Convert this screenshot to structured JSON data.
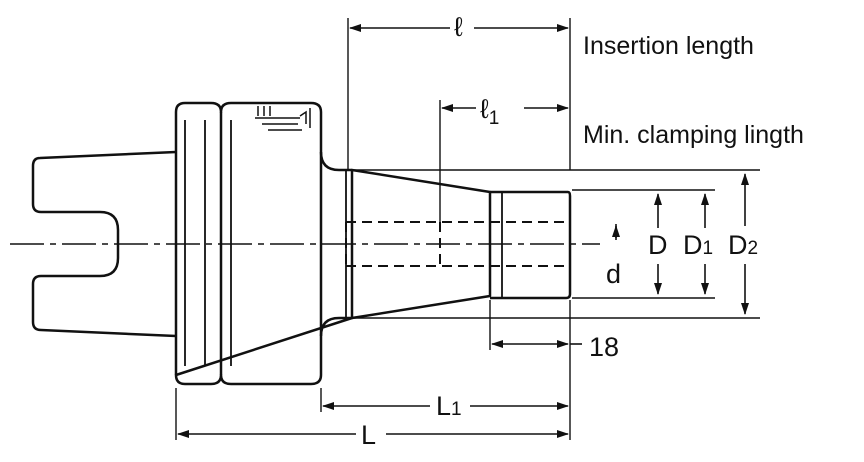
{
  "drawing": {
    "dimensions": {
      "insertion_length": {
        "symbol": "ℓ",
        "description": "Insertion length"
      },
      "min_clamping_length": {
        "symbol": "ℓ",
        "subscript": "1",
        "description": "Min. clamping lingth"
      },
      "d": {
        "symbol": "d"
      },
      "D": {
        "symbol": "D"
      },
      "D1": {
        "symbol": "D",
        "subscript": "1"
      },
      "D2": {
        "symbol": "D",
        "subscript": "2"
      },
      "collar": {
        "value": "18"
      },
      "L1": {
        "symbol": "L",
        "subscript": "1"
      },
      "L": {
        "symbol": "L"
      }
    },
    "colors": {
      "line": "#111111",
      "background": "#ffffff"
    }
  }
}
